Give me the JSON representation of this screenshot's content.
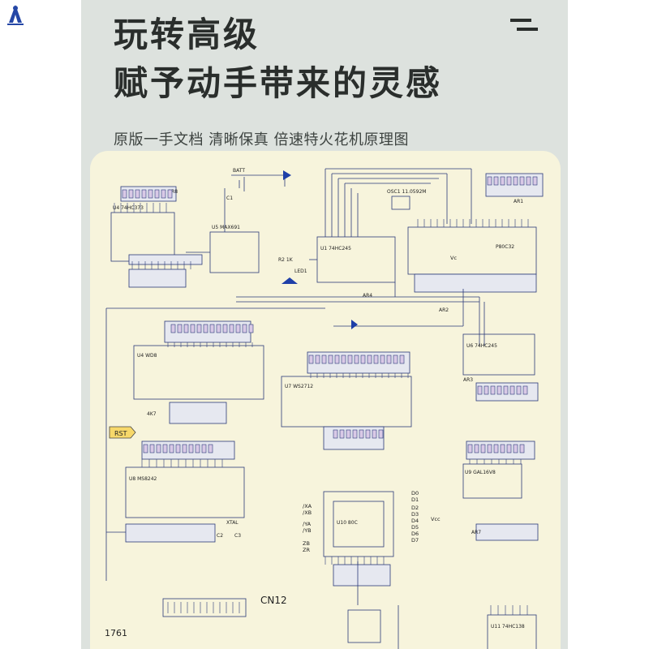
{
  "logo": {
    "icon": "triangle-person-logo-icon"
  },
  "header": {
    "title_line1": "玩转高级",
    "title_line2": "赋予动手带来的灵感",
    "menu_icon": "menu-icon"
  },
  "subtitle": "原版一手文档 清晰保真  倍速特火花机原理图",
  "schematic": {
    "connector_label": "CN12",
    "rst_label": "RST",
    "net_labels": [
      "D0",
      "D1",
      "D2",
      "D3",
      "D4",
      "D5",
      "D6",
      "D7",
      "/XA",
      "/XB",
      "/YA",
      "/YB",
      "ZB",
      "ZR",
      "Vcc",
      "Vc"
    ],
    "chip_labels": [
      "U4 74HC373",
      "U5 MAX691",
      "U1 74HC245",
      "P80C32",
      "U6 74HC245",
      "U4 WD8",
      "U7 WS2712",
      "U8 MS8242",
      "U9 GAL16V8",
      "U10 80C",
      "U11 74HC138",
      "BATT",
      "OSC1 11.0592M",
      "LED1",
      "R2 1K",
      "4K7",
      "AR8",
      "AR4",
      "AR2",
      "AR3",
      "AR7",
      "AR1",
      "C1",
      "C2",
      "C3",
      "XTAL"
    ],
    "bottom_label": "1761"
  }
}
